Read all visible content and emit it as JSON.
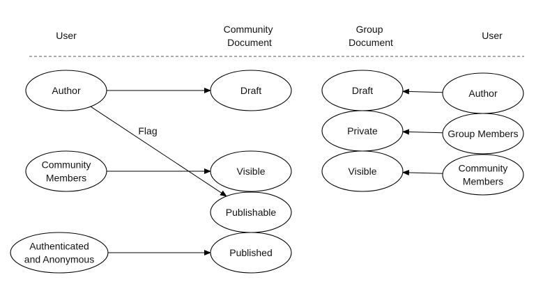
{
  "headers": {
    "user_left": "User",
    "community_doc": [
      "Community",
      "Document"
    ],
    "group_doc": [
      "Group",
      "Document"
    ],
    "user_right": "User"
  },
  "nodes": {
    "author_left": [
      "Author"
    ],
    "community_members_left": [
      "Community",
      "Members"
    ],
    "auth_anon": [
      "Authenticated",
      "and Anonymous"
    ],
    "c_draft": [
      "Draft"
    ],
    "c_visible": [
      "Visible"
    ],
    "c_publishable": [
      "Publishable"
    ],
    "c_published": [
      "Published"
    ],
    "g_draft": [
      "Draft"
    ],
    "g_private": [
      "Private"
    ],
    "g_visible": [
      "Visible"
    ],
    "author_right": [
      "Author"
    ],
    "group_members": [
      "Group Members"
    ],
    "community_members_right": [
      "Community",
      "Members"
    ]
  },
  "edges": [
    {
      "from": "author_left",
      "to": "c_draft",
      "label": ""
    },
    {
      "from": "author_left",
      "to": "c_publishable",
      "label": "Flag"
    },
    {
      "from": "community_members_left",
      "to": "c_visible",
      "label": ""
    },
    {
      "from": "auth_anon",
      "to": "c_published",
      "label": ""
    },
    {
      "from": "author_right",
      "to": "g_draft",
      "label": ""
    },
    {
      "from": "group_members",
      "to": "g_private",
      "label": ""
    },
    {
      "from": "community_members_right",
      "to": "g_visible",
      "label": ""
    }
  ]
}
